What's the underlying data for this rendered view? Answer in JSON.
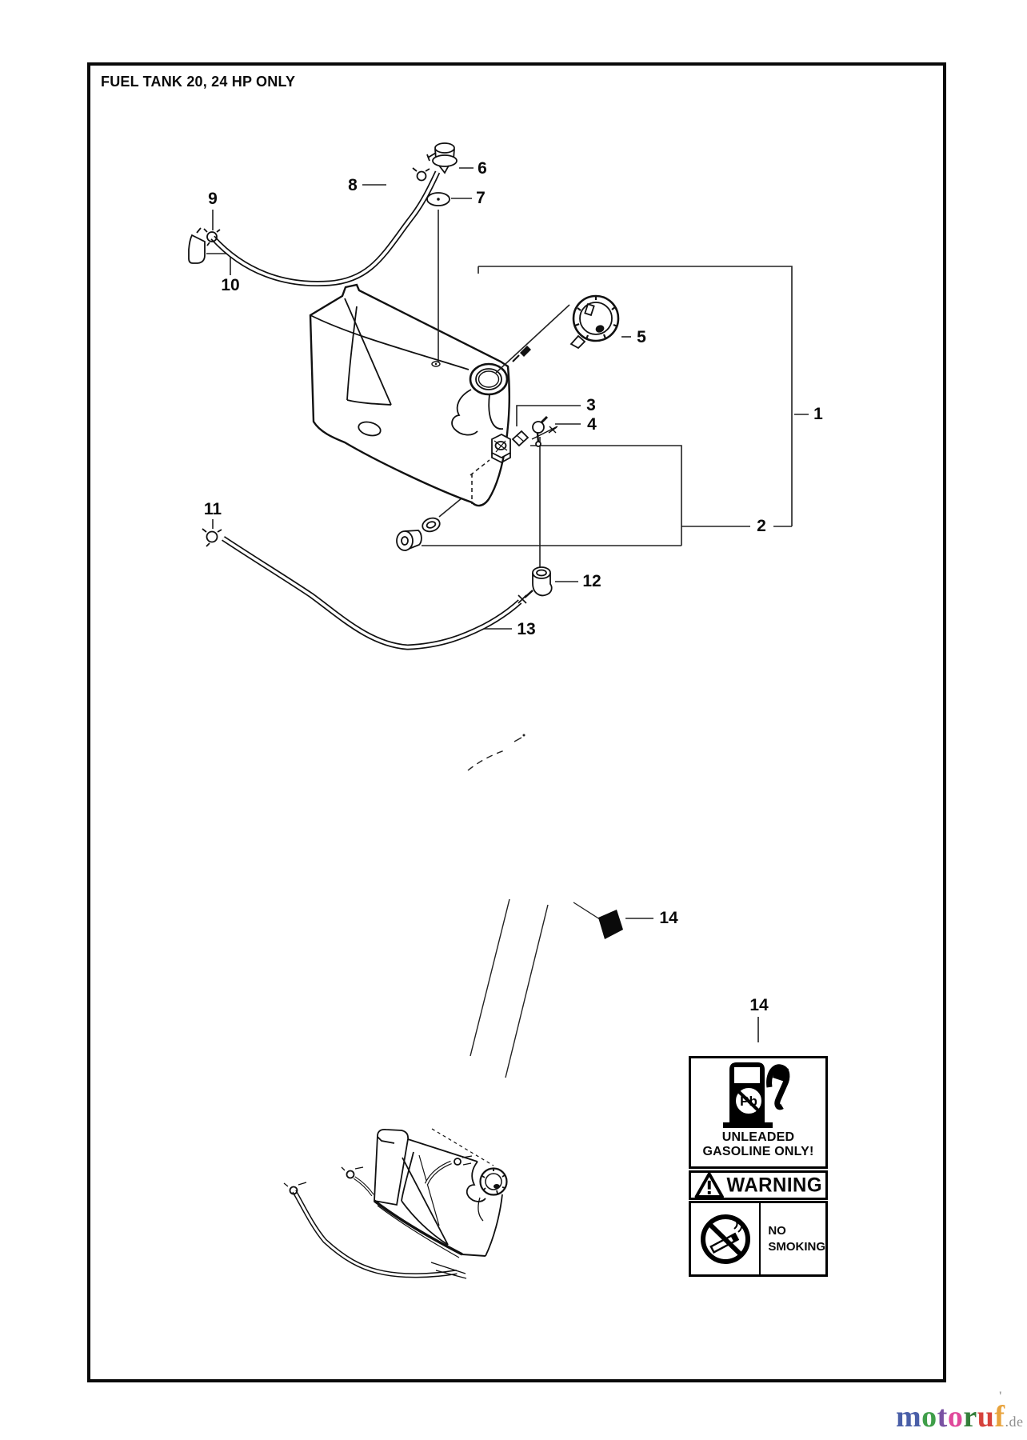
{
  "page": {
    "title": "FUEL TANK 20, 24 HP ONLY"
  },
  "callouts": {
    "n1": "1",
    "n2": "2",
    "n3": "3",
    "n4": "4",
    "n5": "5",
    "n6": "6",
    "n7": "7",
    "n8": "8",
    "n9": "9",
    "n10": "10",
    "n11": "11",
    "n12": "12",
    "n13": "13",
    "n14": "14"
  },
  "warning_label": {
    "unleaded_line1": "UNLEADED",
    "unleaded_line2": "GASOLINE ONLY!",
    "pb_symbol": "Pb",
    "warning_text": "WARNING",
    "no_smoking_line1": "NO",
    "no_smoking_line2": "SMOKING"
  },
  "watermark": {
    "letters": [
      {
        "ch": "m",
        "color": "#4a5fa8"
      },
      {
        "ch": "o",
        "color": "#3f9e49"
      },
      {
        "ch": "t",
        "color": "#7a52a3"
      },
      {
        "ch": "o",
        "color": "#e0489b"
      },
      {
        "ch": "r",
        "color": "#357f3b"
      },
      {
        "ch": "u",
        "color": "#d6423c"
      },
      {
        "ch": "f",
        "color": "#e8a33d"
      }
    ],
    "tick": "'",
    "suffix": ".de",
    "suffix_color": "#8f8f8f"
  }
}
